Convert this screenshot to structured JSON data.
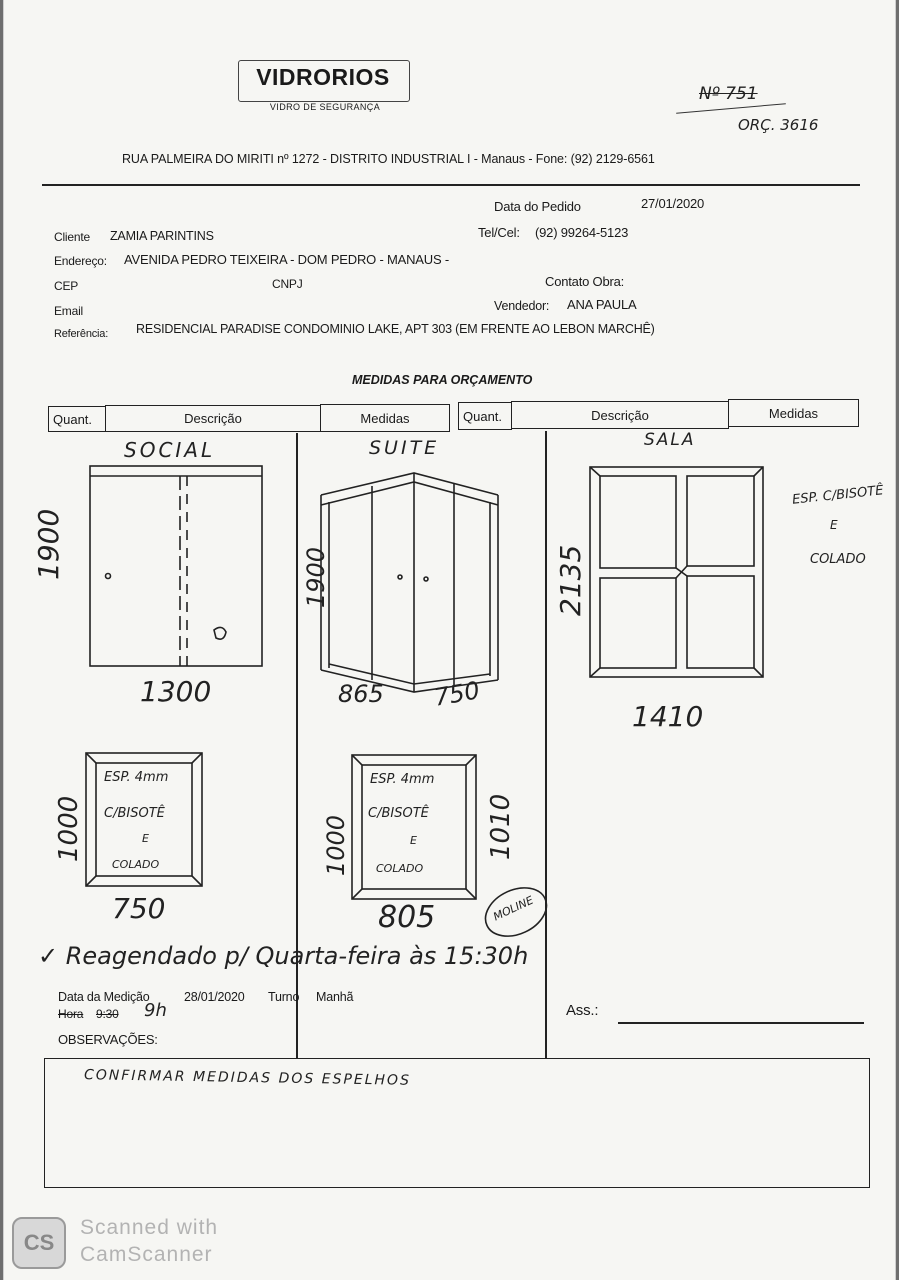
{
  "header": {
    "brand_name": "VIDRORIOS",
    "brand_tagline": "VIDRO DE SEGURANÇA",
    "order_number": "Nº 751",
    "budget_ref": "ORÇ. 3616",
    "address": "RUA PALMEIRA DO MIRITI nº 1272 - DISTRITO INDUSTRIAL I - Manaus - Fone: (92) 2129-6561"
  },
  "order": {
    "date_label": "Data do Pedido",
    "date_value": "27/01/2020",
    "client_label": "Cliente",
    "client_value": "ZAMIA PARINTINS",
    "phone_label": "Tel/Cel:",
    "phone_value": "(92) 99264-5123",
    "address_label": "Endereço:",
    "address_value": "AVENIDA PEDRO TEIXEIRA - DOM PEDRO - MANAUS -",
    "cep_label": "CEP",
    "cnpj_label": "CNPJ",
    "contact_label": "Contato Obra:",
    "email_label": "Email",
    "seller_label": "Vendedor:",
    "seller_value": "ANA PAULA",
    "reference_label": "Referência:",
    "reference_value": "RESIDENCIAL PARADISE  CONDOMINIO LAKE, APT 303 (EM FRENTE AO LEBON MARCHÊ)"
  },
  "measurements": {
    "title": "MEDIDAS PARA ORÇAMENTO",
    "columns_left": [
      "Quant.",
      "Descrição",
      "Medidas"
    ],
    "columns_right": [
      "Quant.",
      "Descrição",
      "Medidas"
    ]
  },
  "sketches": {
    "social": {
      "label": "SOCIAL",
      "height": "1900",
      "width": "1300"
    },
    "suite": {
      "label": "SUITE",
      "height": "1900",
      "depth": "865",
      "width": "750"
    },
    "sala": {
      "label": "SALA",
      "height": "2135",
      "width": "1410",
      "note_line1": "ESP. C/BISOTÊ",
      "note_line2": "E",
      "note_line3": "COLADO"
    },
    "mirror1": {
      "note_line1": "ESP. 4mm",
      "note_line2": "C/BISOTÊ",
      "note_line3": "E",
      "note_line4": "COLADO",
      "height": "1000",
      "width": "750"
    },
    "mirror2": {
      "note_line1": "ESP. 4mm",
      "note_line2": "C/BISOTÊ",
      "note_line3": "E",
      "note_line4": "COLADO",
      "height_left": "1000",
      "height_right": "1010",
      "width": "805",
      "stamp": "MOLINE"
    }
  },
  "schedule": {
    "handwritten_note": "✓ Reagendado p/ Quarta-feira às 15:30h",
    "measure_date_label": "Data da Medição",
    "measure_date_value": "28/01/2020",
    "shift_label": "Turno",
    "shift_value": "Manhã",
    "hour_label": "Hora",
    "hour_value": "9:30",
    "hour_handwritten": "9h",
    "observations_label": "OBSERVAÇÕES:",
    "signature_label": "Ass.:"
  },
  "observations": {
    "text": "CONFIRMAR MEDIDAS DOS ESPELHOS"
  },
  "footer": {
    "logo_text": "CS",
    "scanned_line1": "Scanned with",
    "scanned_line2": "CamScanner"
  }
}
